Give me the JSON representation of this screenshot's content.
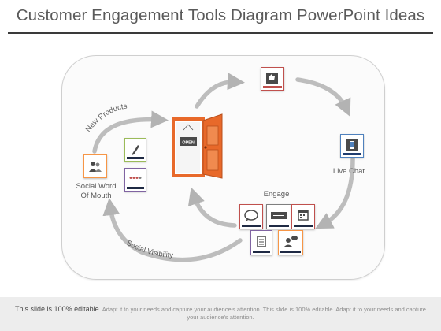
{
  "title": "Customer Engagement Tools Diagram PowerPoint Ideas",
  "labels": {
    "new_products": "New Products",
    "social_word_line1": "Social Word",
    "social_word_line2": "Of Mouth",
    "live_chat": "Live Chat",
    "engage": "Engage",
    "social_visibility": "Social Visibility"
  },
  "door_sign": "OPEN",
  "tiles": [
    {
      "id": "top-like",
      "icon": "thumbs-up-icon",
      "color": "#c0504d"
    },
    {
      "id": "live-chat",
      "icon": "phone-icon",
      "color": "#4f81bd"
    },
    {
      "id": "left-social",
      "icon": "people-icon",
      "color": "#f79646"
    },
    {
      "id": "left-pencil",
      "icon": "pencil-icon",
      "color": "#9bbb59"
    },
    {
      "id": "left-dots",
      "icon": "dots-icon",
      "color": "#8064a2"
    },
    {
      "id": "engage-chat",
      "icon": "chat-bubble-icon",
      "color": "#c0504d"
    },
    {
      "id": "engage-sign",
      "icon": "sign-icon",
      "color": "#7f7f7f"
    },
    {
      "id": "engage-calendar",
      "icon": "calendar-icon",
      "color": "#c0504d"
    },
    {
      "id": "engage-list",
      "icon": "list-icon",
      "color": "#8064a2"
    },
    {
      "id": "engage-people",
      "icon": "people-chat-icon",
      "color": "#f79646"
    }
  ],
  "footer": {
    "lead": "This slide is 100% editable.",
    "body": "Adapt it to your needs and capture your audience's attention. This slide is 100% editable. Adapt it to your needs and capture your audience's attention."
  }
}
